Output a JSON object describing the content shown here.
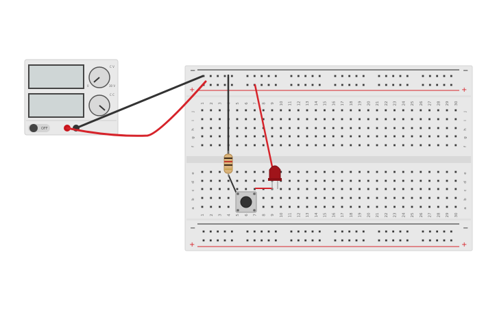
{
  "power_supply": {
    "switch_label": "OFF",
    "knob1_marks": {
      "left": "0",
      "right": "30 V",
      "top": "C V"
    },
    "knob2_marks": {
      "top": "C C"
    }
  },
  "breadboard": {
    "columns": [
      "1",
      "2",
      "3",
      "4",
      "5",
      "6",
      "7",
      "8",
      "9",
      "10",
      "11",
      "12",
      "13",
      "14",
      "15",
      "16",
      "17",
      "18",
      "19",
      "20",
      "21",
      "22",
      "23",
      "24",
      "25",
      "26",
      "27",
      "28",
      "29",
      "30"
    ],
    "top_rows": [
      "j",
      "i",
      "h",
      "g",
      "f"
    ],
    "bottom_rows": [
      "e",
      "d",
      "c",
      "b",
      "a"
    ],
    "rail_minus": "−",
    "rail_plus": "+"
  },
  "colors": {
    "wire_red": "#d6232a",
    "wire_black": "#333333",
    "board": "#e8e8e8",
    "rail_line_red": "#d6232a",
    "led": "#a0141a"
  },
  "components": {
    "resistor": "resistor",
    "led": "led",
    "button": "push-button"
  }
}
